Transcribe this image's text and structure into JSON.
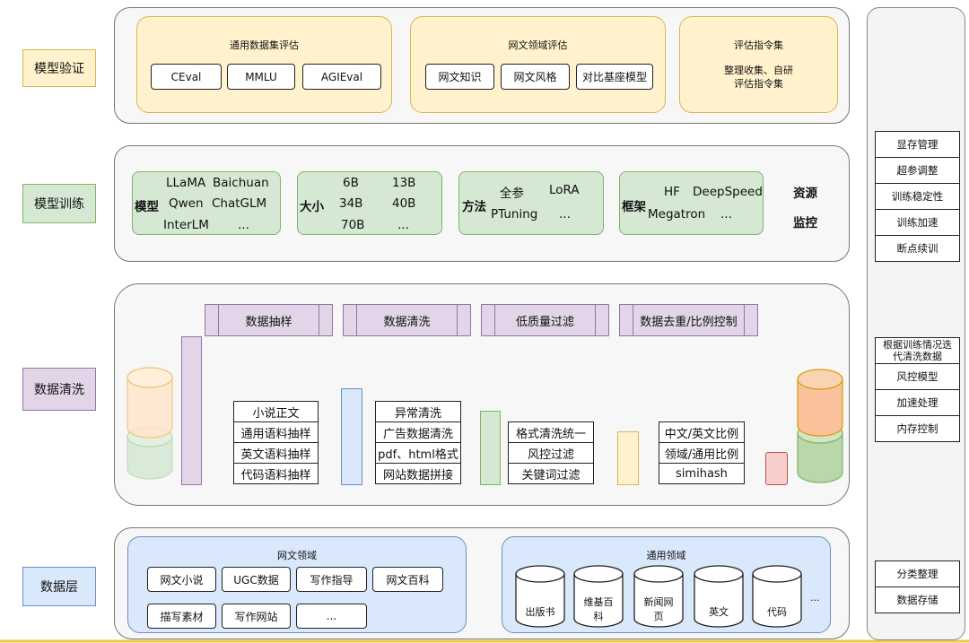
{
  "layers": {
    "validation": "模型验证",
    "training": "模型训练",
    "cleaning": "数据清洗",
    "data": "数据层"
  },
  "validation": {
    "general": {
      "title": "通用数据集评估",
      "items": [
        "CEval",
        "MMLU",
        "AGIEval"
      ]
    },
    "web": {
      "title": "网文领域评估",
      "items": [
        "网文知识",
        "网文风格",
        "对比基座模型"
      ]
    },
    "instr": {
      "title": "评估指令集",
      "desc": [
        "整理收集、自研",
        "评估指令集"
      ]
    }
  },
  "training": {
    "model": {
      "label": "模型",
      "items": [
        "LLaMA",
        "Baichuan",
        "Qwen",
        "ChatGLM",
        "InterLM",
        "..."
      ]
    },
    "size": {
      "label": "大小",
      "items": [
        "6B",
        "13B",
        "34B",
        "40B",
        "70B",
        "..."
      ]
    },
    "method": {
      "label": "方法",
      "items": [
        "全参",
        "LoRA",
        "PTuning",
        "..."
      ]
    },
    "framework": {
      "label": "框架",
      "items": [
        "HF",
        "DeepSpeed",
        "Megatron",
        "..."
      ]
    },
    "monitor": [
      "资源",
      "监控"
    ]
  },
  "cleaning": {
    "steps": [
      "数据抽样",
      "数据清洗",
      "低质量过滤",
      "数据去重/比例控制"
    ],
    "col1": [
      "小说正文",
      "通用语料抽样",
      "英文语料抽样",
      "代码语料抽样"
    ],
    "col2": [
      "异常清洗",
      "广告数据清洗",
      "pdf、html格式",
      "网站数据拼接"
    ],
    "col3": [
      "格式清洗统一",
      "风控过滤",
      "关键词过滤"
    ],
    "col4": [
      "中文/英文比例",
      "领域/通用比例",
      "simihash"
    ]
  },
  "datalayer": {
    "web": {
      "title": "网文领域",
      "items": [
        "网文小说",
        "UGC数据",
        "写作指导",
        "网文百科",
        "描写素材",
        "写作网站",
        "..."
      ]
    },
    "general": {
      "title": "通用领域",
      "items": [
        "出版书",
        "维基百科",
        "新闻网页",
        "英文",
        "代码"
      ],
      "more": "..."
    }
  },
  "right": {
    "group1": [
      "显存管理",
      "超参调整",
      "训练稳定性",
      "训练加速",
      "断点续训"
    ],
    "group2": [
      "根据训练情况迭代清洗数据",
      "风控模型",
      "加速处理",
      "内存控制"
    ],
    "group3": [
      "分类整理",
      "数据存储"
    ]
  },
  "colors": {
    "yellow_fill": "#fff2cc",
    "green_fill": "#d5e8d4",
    "blue_fill": "#dae8fc",
    "purple_fill": "#e1d5e7",
    "orange_fill": "#ffe6cc",
    "red_fill": "#f8cecc"
  }
}
